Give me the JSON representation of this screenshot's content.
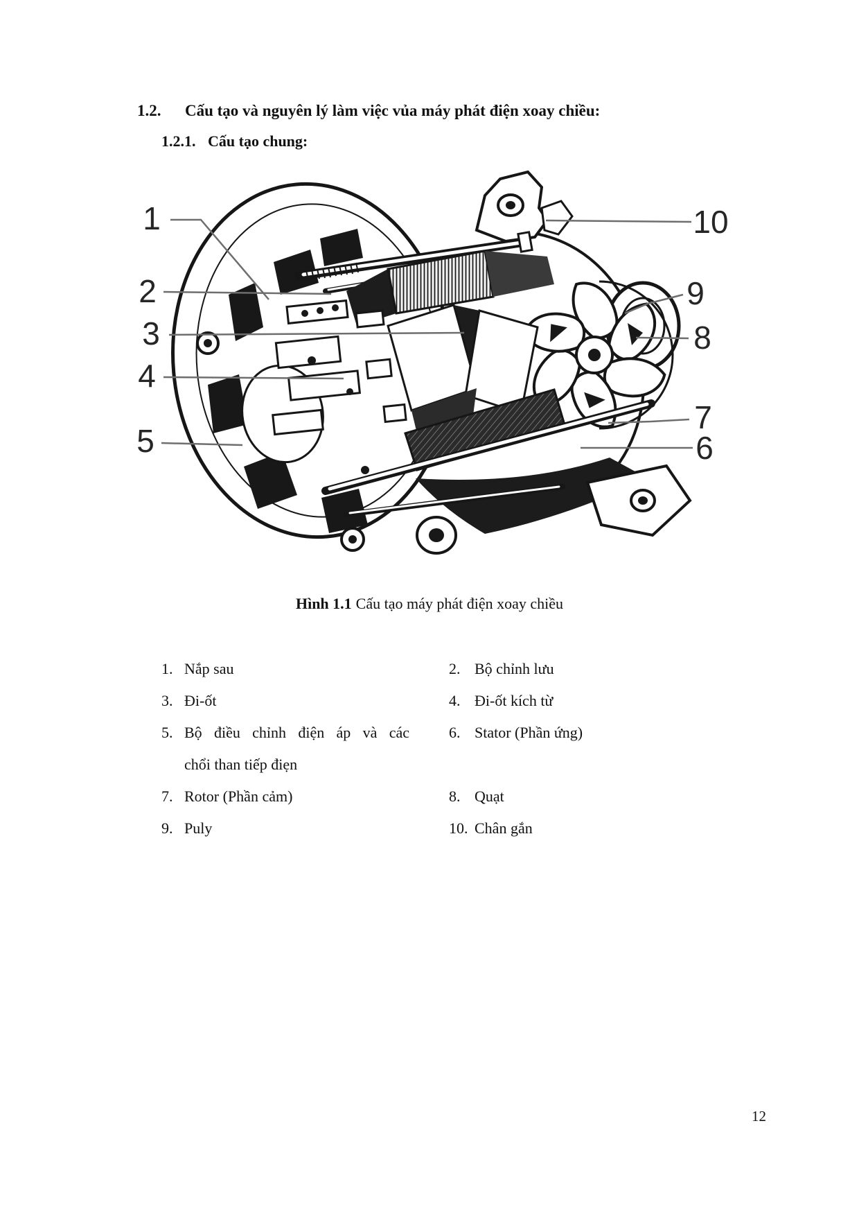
{
  "document": {
    "heading_number": "1.2.",
    "heading_text": "Cấu tạo và nguyên lý làm việc vủa máy phát điện xoay chiều:",
    "subheading_number": "1.2.1.",
    "subheading_text": "Cấu tạo chung:",
    "page_number": "12"
  },
  "figure": {
    "caption_label": "Hình 1.1",
    "caption_text": "Cấu tạo máy phát điện xoay chiều",
    "callouts": [
      "1",
      "2",
      "3",
      "4",
      "5",
      "6",
      "7",
      "8",
      "9",
      "10"
    ],
    "ink_color": "#161616",
    "leader_color": "#6e6e6e"
  },
  "parts_list": {
    "left": [
      {
        "num": "1.",
        "label": "Nắp sau"
      },
      {
        "num": "3.",
        "label": "Đi-ốt"
      },
      {
        "num": "5.",
        "label_lines": [
          "Bộ điều chỉnh điện áp và các",
          "chổi than tiếp điẹn"
        ]
      },
      {
        "num": "7.",
        "label": "Rotor (Phần cảm)"
      },
      {
        "num": "9.",
        "label": "Puly"
      }
    ],
    "right": [
      {
        "num": "2.",
        "label": "Bộ chỉnh lưu"
      },
      {
        "num": "4.",
        "label": "Đi-ốt kích từ"
      },
      {
        "num": "6.",
        "label": "Stator (Phần ứng)"
      },
      {
        "num": "8.",
        "label": "Quạt"
      },
      {
        "num": "10.",
        "label": "Chân gắn"
      }
    ]
  }
}
